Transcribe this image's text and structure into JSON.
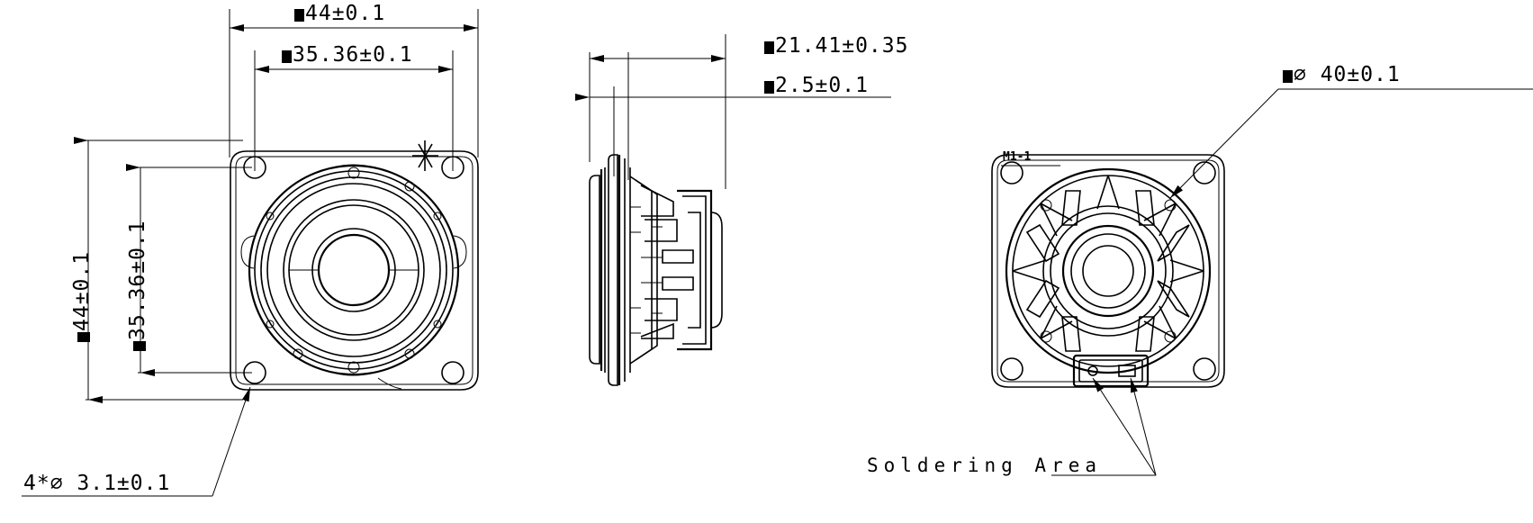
{
  "drawing": {
    "title": "Speaker Technical Drawing",
    "views": [
      {
        "name": "front-view",
        "position": "left"
      },
      {
        "name": "side-section-view",
        "position": "center"
      },
      {
        "name": "rear-view",
        "position": "right"
      }
    ]
  },
  "dimensions": {
    "front_width_outer": "44±0.1",
    "front_width_inner": "35.36±0.1",
    "front_height_outer": "44±0.1",
    "front_height_inner": "35.36±0.1",
    "side_depth_total": "21.41±0.35",
    "side_flange_thickness": "2.5±0.1",
    "rear_diameter": "⌀ 40±0.1",
    "hole_callout": "4*⌀ 3.1±0.1"
  },
  "annotations": {
    "soldering_area": "Soldering Area",
    "terminal_mark": "M1-1"
  },
  "symbols": {
    "square_symbol": "square-block-symbol",
    "diameter_symbol": "⌀",
    "plus_minus": "±"
  },
  "colors": {
    "line": "#000000",
    "background": "#ffffff"
  }
}
